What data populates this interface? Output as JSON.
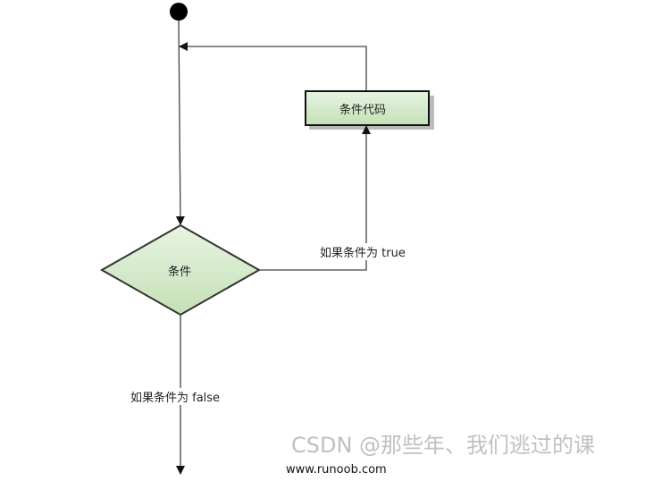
{
  "nodes": {
    "code_box": "条件代码",
    "condition": "条件"
  },
  "edges": {
    "true_label": "如果条件为 true",
    "false_label": "如果条件为 false"
  },
  "footer": {
    "url": "www.runoob.com",
    "watermark": "CSDN @那些年、我们逃过的课"
  },
  "colors": {
    "node_fill": "#cfe6c4",
    "stroke": "#333333"
  }
}
